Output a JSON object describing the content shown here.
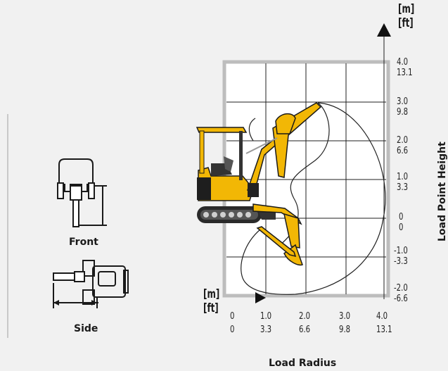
{
  "left_panel": {
    "front_label": "Front",
    "side_label": "Side"
  },
  "chart": {
    "x_axis_label": "Load Radius",
    "y_axis_label": "Load Point Height",
    "x_units": {
      "m": "[m]",
      "ft": "[ft]"
    },
    "y_units": {
      "m": "[m]",
      "ft": "[ft]"
    },
    "x_ticks_m": [
      "0",
      "1.0",
      "2.0",
      "3.0",
      "4.0"
    ],
    "x_ticks_ft": [
      "0",
      "3.3",
      "6.6",
      "9.8",
      "13.1"
    ],
    "y_ticks_m": [
      "4.0",
      "3.0",
      "2.0",
      "1.0",
      "0",
      "-1.0",
      "-2.0"
    ],
    "y_ticks_ft": [
      "13.1",
      "9.8",
      "6.6",
      "3.3",
      "0",
      "-3.3",
      "-6.6"
    ]
  },
  "colors": {
    "machine_yellow": "#f2b705",
    "grid_border": "#bdbdbd",
    "ink": "#1a1a1a"
  }
}
